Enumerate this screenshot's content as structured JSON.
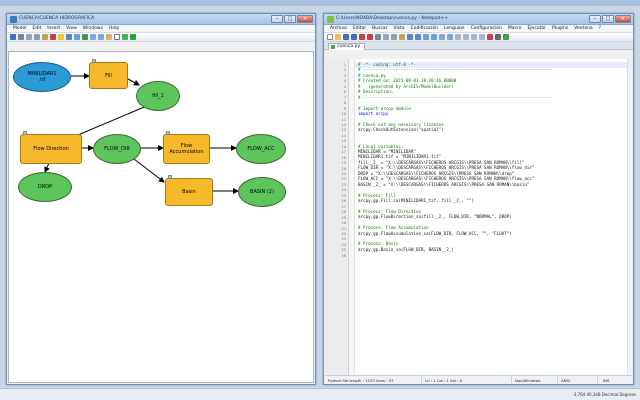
{
  "model_window": {
    "title": "CUENCA\\CUENCA HIDROGRAFICA",
    "menu": [
      "Model",
      "Edit",
      "Insert",
      "View",
      "Windows",
      "Help"
    ]
  },
  "model_nodes": {
    "minilidar": "MINILIDAR1\n.tif",
    "fill": "Fill",
    "fill_out": "fill_1",
    "flow_direction": "Flow Direction",
    "flow_dir": "FLOW_DIR",
    "drop": "DROP",
    "flow_accumulation": "Flow\nAccumulation",
    "flow_acc": "FLOW_ACC",
    "basin": "Basin",
    "basin_out": "BASIN (2)"
  },
  "notepad_window": {
    "title": "C:\\Users\\NOXBA\\Desktop\\cuenca.py - Notepad++",
    "menu": [
      "Archivo",
      "Editar",
      "Buscar",
      "Vista",
      "Codificación",
      "Lenguaje",
      "Configuración",
      "Macro",
      "Ejecutar",
      "Plugins",
      "Ventana",
      "?"
    ],
    "tab_label": "cuenca.py"
  },
  "code_lines": [
    {
      "n": "1",
      "t": "# -*- coding: utf-8 -*-",
      "c": "comment"
    },
    {
      "n": "2",
      "t": "# ---------------------------------------------------------------------------",
      "c": "comment"
    },
    {
      "n": "3",
      "t": "# cuenca.py",
      "c": "comment"
    },
    {
      "n": "4",
      "t": "# Created on: 2015-08-03 18:20:46.00000",
      "c": "comment"
    },
    {
      "n": "5",
      "t": "#   (generated by ArcGIS/ModelBuilder)",
      "c": "comment"
    },
    {
      "n": "6",
      "t": "# Description:",
      "c": "comment"
    },
    {
      "n": "7",
      "t": "# ---------------------------------------------------------------------------",
      "c": "comment"
    },
    {
      "n": "8",
      "t": "",
      "c": "blank"
    },
    {
      "n": "9",
      "t": "# Import arcpy module",
      "c": "comment"
    },
    {
      "n": "10",
      "t": "import arcpy",
      "c": "kw"
    },
    {
      "n": "11",
      "t": "",
      "c": "blank"
    },
    {
      "n": "12",
      "t": "# Check out any necessary licenses",
      "c": "comment"
    },
    {
      "n": "13",
      "t": "arcpy.CheckOutExtension(\"spatial\")",
      "c": "code"
    },
    {
      "n": "14",
      "t": "",
      "c": "blank"
    },
    {
      "n": "15",
      "t": "",
      "c": "blank"
    },
    {
      "n": "16",
      "t": "# Local variables:",
      "c": "comment"
    },
    {
      "n": "17",
      "t": "MINILIDAR = \"MINILIDAR\"",
      "c": "code"
    },
    {
      "n": "18",
      "t": "MINILIDAR1_tif = \"MINILIDAR1.tif\"",
      "c": "code"
    },
    {
      "n": "19",
      "t": "fill__2_ = \"X:\\\\DESCARGAS\\\\FICHEROS ARCGIS\\\\PRESA SAN ROMAN\\\\fill\"",
      "c": "code"
    },
    {
      "n": "20",
      "t": "FLOW_DIR = \"X:\\\\DESCARGAS\\\\FICHEROS ARCGIS\\\\PRESA SAN ROMAN\\\\flow_dir\"",
      "c": "code"
    },
    {
      "n": "21",
      "t": "DROP = \"X:\\\\DESCARGAS\\\\FICHEROS ARCGIS\\\\PRESA SAN ROMAN\\\\drop\"",
      "c": "code"
    },
    {
      "n": "22",
      "t": "FLOW_ACC = \"X:\\\\DESCARGAS\\\\FICHEROS ARCGIS\\\\PRESA SAN ROMAN\\\\flow_acc\"",
      "c": "code"
    },
    {
      "n": "23",
      "t": "BASIN__2_ = \"X:\\\\DESCARGAS\\\\FICHEROS ARCGIS\\\\PRESA SAN ROMAN\\\\basin\"",
      "c": "code"
    },
    {
      "n": "24",
      "t": "",
      "c": "blank"
    },
    {
      "n": "25",
      "t": "# Process: Fill",
      "c": "comment"
    },
    {
      "n": "26",
      "t": "arcpy.gp.Fill_sa(MINILIDAR1_tif, fill__2_, \"\")",
      "c": "code"
    },
    {
      "n": "27",
      "t": "",
      "c": "blank"
    },
    {
      "n": "28",
      "t": "# Process: Flow Direction",
      "c": "comment"
    },
    {
      "n": "29",
      "t": "arcpy.gp.FlowDirection_sa(fill__2_, FLOW_DIR, \"NORMAL\", DROP)",
      "c": "code"
    },
    {
      "n": "30",
      "t": "",
      "c": "blank"
    },
    {
      "n": "31",
      "t": "# Process: Flow Accumulation",
      "c": "comment"
    },
    {
      "n": "32",
      "t": "arcpy.gp.FlowAccumulation_sa(FLOW_DIR, FLOW_ACC, \"\", \"FLOAT\")",
      "c": "code"
    },
    {
      "n": "33",
      "t": "",
      "c": "blank"
    },
    {
      "n": "34",
      "t": "# Process: Basin",
      "c": "comment"
    },
    {
      "n": "35",
      "t": "arcpy.gp.Basin_sa(FLOW_DIR, BASIN__2_)",
      "c": "code"
    },
    {
      "n": "36",
      "t": "",
      "c": "blank"
    }
  ],
  "notepad_status": {
    "file_info": "Python file   length : 1153   lines : 37",
    "position": "Ln : 1    Col : 1    Sel : 0",
    "eol": "Dos\\Windows",
    "encoding": "ANSI",
    "mode": "INS"
  },
  "desktop_status": {
    "coords": "-3,764  40,348 Decimal Degrees"
  }
}
